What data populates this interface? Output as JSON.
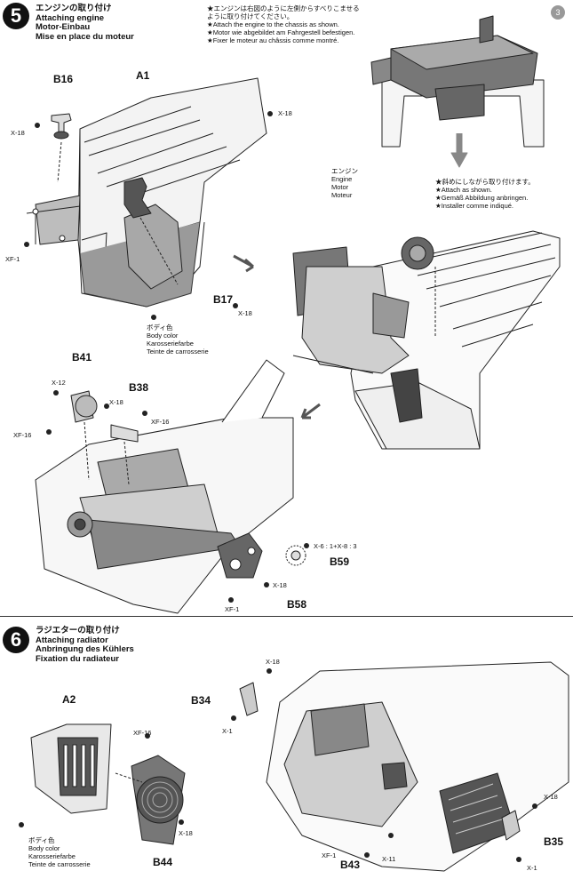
{
  "step5": {
    "number": "5",
    "title_jp": "エンジンの取り付け",
    "title_en": "Attaching engine",
    "title_de": "Motor-Einbau",
    "title_fr": "Mise en place du moteur",
    "instruction": [
      "★エンジンは右図のように左側からすべりこませる",
      "ように取り付けてください。",
      "★Attach the engine to the chassis as shown.",
      "★Motor wie abgebildet am Fahrgestell befestigen.",
      "★Fixer le moteur au châssis comme montré."
    ],
    "attach_note": [
      "★斜めにしながら取り付けます。",
      "★Attach as shown.",
      "★Gemäß Abbildung anbringen.",
      "★Installer comme indiqué."
    ],
    "engine_label": [
      "エンジン",
      "Engine",
      "Motor",
      "Moteur"
    ],
    "body_color": [
      "ボディ色",
      "Body color",
      "Karosseriefarbe",
      "Teinte de carrosserie"
    ],
    "parts": {
      "a1": "A1",
      "b16": "B16",
      "b17": "B17",
      "b41": "B41",
      "b38": "B38",
      "b59": "B59",
      "b58": "B58"
    },
    "screws": {
      "x18_b16": "X-18",
      "x18_a1": "X-18",
      "xf1_left": "XF-1",
      "x18_b17": "X-18",
      "x12": "X-12",
      "x18_b38": "X-18",
      "xf16_b41": "XF-16",
      "xf16_b38": "XF-16",
      "b59_paint": "X-6 : 1+X-8 : 3",
      "x18_b58": "X-18",
      "xf1_b58": "XF-1"
    }
  },
  "step6": {
    "number": "6",
    "title_jp": "ラジエターの取り付け",
    "title_en": "Attaching radiator",
    "title_de": "Anbringung des Kühlers",
    "title_fr": "Fixation du radiateur",
    "body_color": [
      "ボディ色",
      "Body color",
      "Karosseriefarbe",
      "Teinte de carrosserie"
    ],
    "parts": {
      "a2": "A2",
      "b44": "B44",
      "b34": "B34",
      "b43": "B43",
      "b35": "B35"
    },
    "screws": {
      "xf16": "XF-16",
      "x18_b44": "X-18",
      "x18_b34": "X-18",
      "x1_b34": "X-1",
      "xf1_b43": "XF-1",
      "x11": "X-11",
      "x18_b35": "X-18",
      "x1_b35": "X-1"
    }
  },
  "page_number": "3"
}
